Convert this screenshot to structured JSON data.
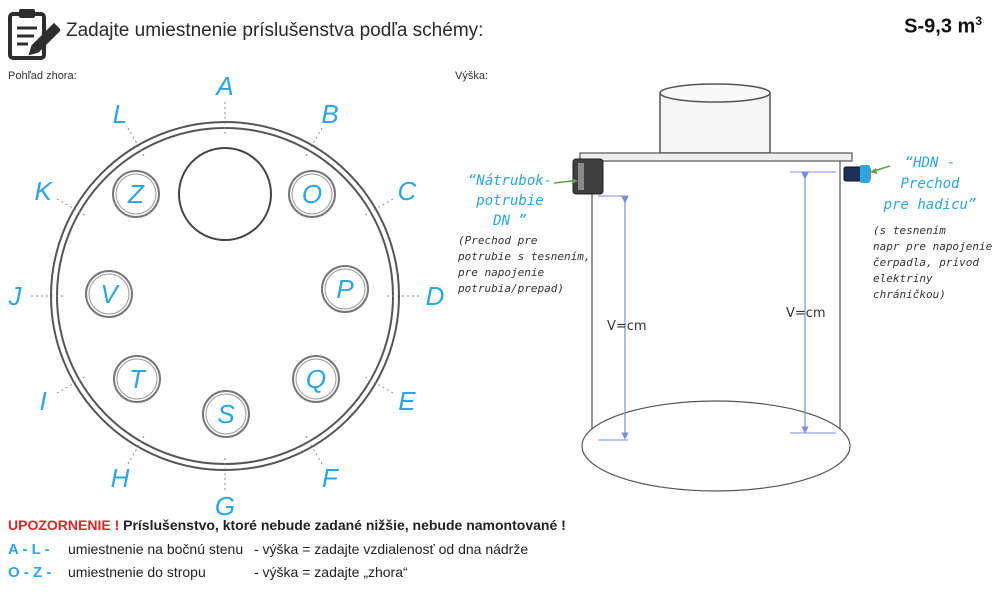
{
  "header": {
    "title": "Zadajte umiestnenie príslušenstva podľa schémy:",
    "model_prefix": "S-9,3 m",
    "model_exponent": "3",
    "icon": "clipboard-pencil-icon"
  },
  "top_view": {
    "label": "Pohľad zhora:",
    "wall_positions": [
      "A",
      "B",
      "C",
      "D",
      "E",
      "F",
      "G",
      "H",
      "I",
      "J",
      "K",
      "L"
    ],
    "roof_positions": [
      "O",
      "P",
      "Q",
      "S",
      "T",
      "V",
      "Z"
    ]
  },
  "side_view": {
    "label": "Výška:",
    "left_fitting": {
      "name_lines": [
        "“Nátrubok-",
        "potrubie",
        "DN ”"
      ],
      "desc_lines": [
        "(Prechod pre",
        "potrubie s tesnením,",
        "pre napojenie",
        "potrubia/prepad)"
      ]
    },
    "right_fitting": {
      "name_lines": [
        "“HDN -",
        "Prechod",
        "pre hadicu”"
      ],
      "desc_lines": [
        "(s tesnením",
        "napr pre napojenie",
        "čerpadla, prívod",
        "elektriny",
        "chráničkou)"
      ]
    },
    "height_left_label": "V=cm",
    "height_right_label": "V=cm"
  },
  "footer": {
    "warning_label": "UPOZORNENIE !",
    "warning_text": "Príslušenstvo, ktoré nebude zadané nižšie, nebude namontované !",
    "wall_code": "A - L  -",
    "wall_place": "umiestnenie na bočnú stenu",
    "wall_height": "- výška = zadajte vzdialenosť od dna nádrže",
    "roof_code": "O - Z  -",
    "roof_place": "umiestnenie do stropu",
    "roof_height": "- výška = zadajte „zhora“"
  },
  "colors": {
    "accent_blue": "#2aa6e0",
    "warning_red": "#e32424",
    "dimension_blue": "#7b8fd8"
  }
}
